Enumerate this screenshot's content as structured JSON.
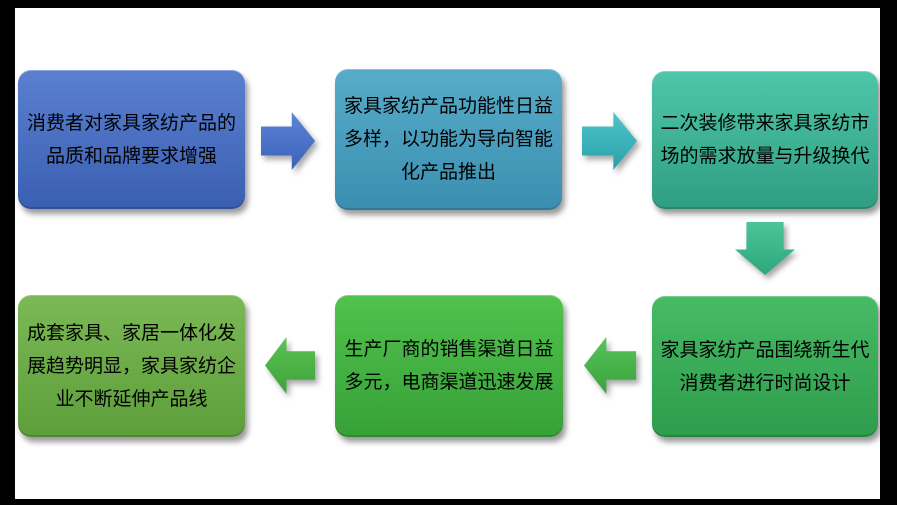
{
  "slide": {
    "frame_color": "#000000",
    "background": "#ffffff",
    "text_color": "#000000"
  },
  "flow": {
    "boxes": [
      {
        "id": "box-1",
        "text": "消费者对家具家纺产品的品质和品牌要求增强",
        "grad": {
          "top": "#5b80d0",
          "bottom": "#3a5fb2"
        }
      },
      {
        "id": "box-2",
        "text": "家具家纺产品功能性日益多样，以功能为导向智能化产品推出",
        "grad": {
          "top": "#57acc9",
          "bottom": "#3a8fb0"
        }
      },
      {
        "id": "box-3",
        "text": "二次装修带来家具家纺市场的需求放量与升级换代",
        "grad": {
          "top": "#4fc6a9",
          "bottom": "#2f9e82"
        }
      },
      {
        "id": "box-4",
        "text": "家具家纺产品围绕新生代消费者进行时尚设计",
        "grad": {
          "top": "#46bb64",
          "bottom": "#2e9c4c"
        }
      },
      {
        "id": "box-5",
        "text": "生产厂商的销售渠道日益多元，电商渠道迅速发展",
        "grad": {
          "top": "#50c24d",
          "bottom": "#37a138"
        }
      },
      {
        "id": "box-6",
        "text": "成套家具、家居一体化发展趋势明显，家具家纺企业不断延伸产品线",
        "grad": {
          "top": "#7bb955",
          "bottom": "#5d9e3b"
        }
      }
    ],
    "arrows": [
      {
        "id": "arrow-1",
        "direction": "right",
        "grad": {
          "top": "#5d84d8",
          "bottom": "#3a62b6"
        }
      },
      {
        "id": "arrow-2",
        "direction": "right",
        "grad": {
          "top": "#4fc5ca",
          "bottom": "#2aa1aa"
        }
      },
      {
        "id": "arrow-3",
        "direction": "down",
        "grad": {
          "top": "#4cc49a",
          "bottom": "#2ca87c"
        }
      },
      {
        "id": "arrow-4",
        "direction": "left",
        "grad": {
          "top": "#58c35a",
          "bottom": "#38a33a"
        }
      },
      {
        "id": "arrow-5",
        "direction": "left",
        "grad": {
          "top": "#5cc153",
          "bottom": "#3da33b"
        }
      }
    ]
  }
}
